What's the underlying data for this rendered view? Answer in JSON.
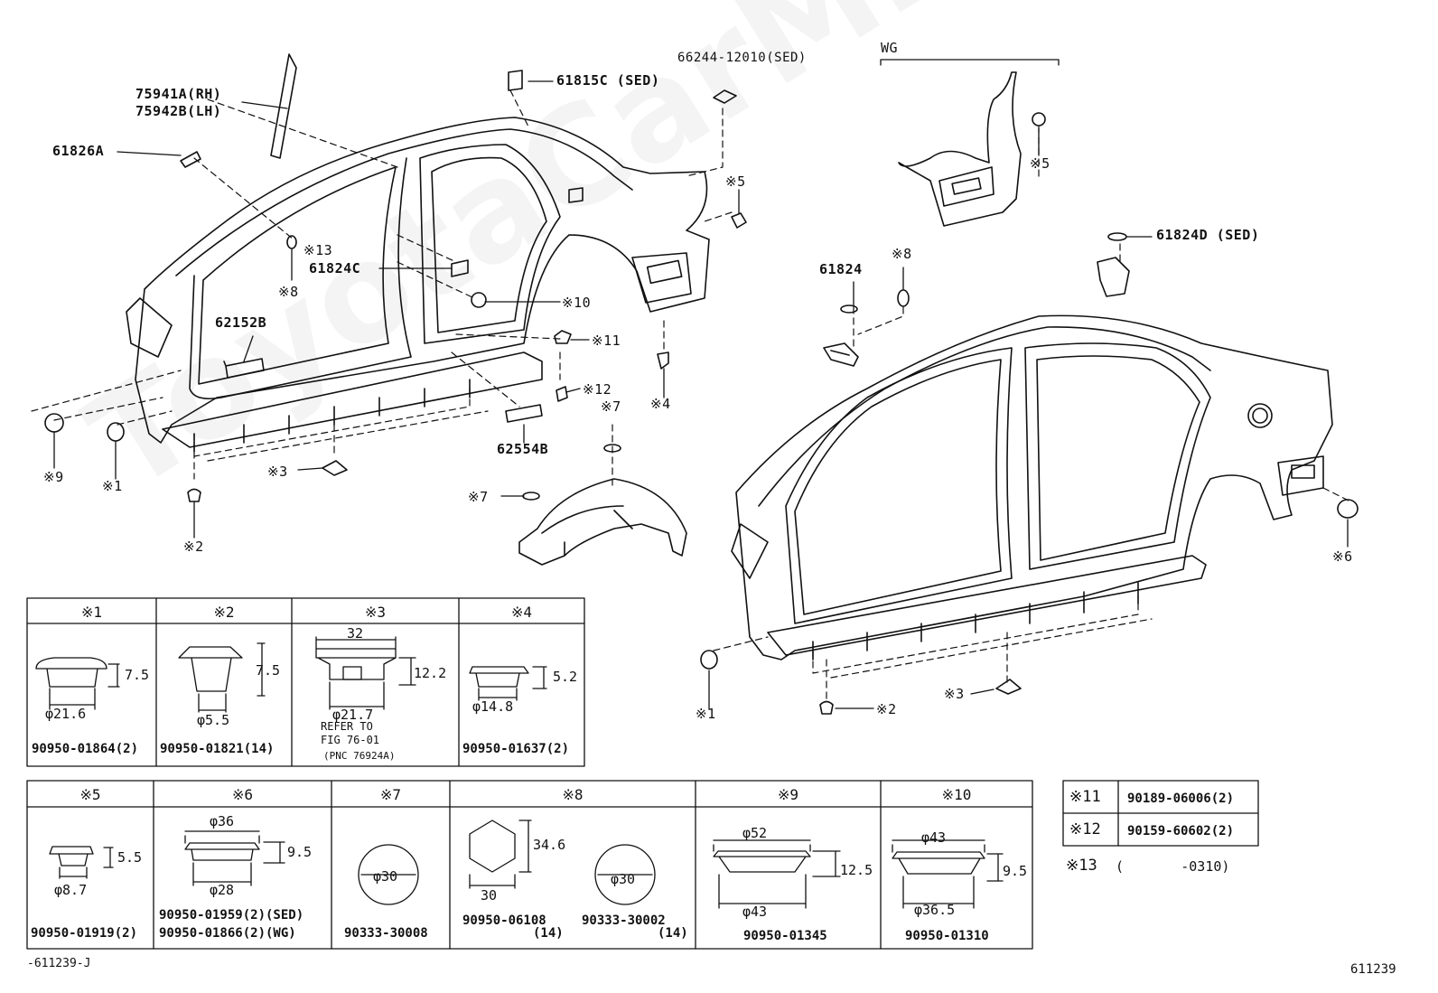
{
  "watermark": "ToyotaCarMine.ru",
  "callouts": {
    "p75941a": "75941A(RH)",
    "p75942b": "75942B(LH)",
    "p61826a": "61826A",
    "p61815c": "61815C (SED)",
    "p66244": "66244-12010(SED)",
    "wg": "WG",
    "p61824c": "61824C",
    "p62152b": "62152B",
    "p62554b": "62554B",
    "p61824": "61824",
    "p61824d": "61824D (SED)"
  },
  "markers": {
    "m13": "※13",
    "m8a": "※8",
    "m10": "※10",
    "m11": "※11",
    "m12": "※12",
    "m7a": "※7",
    "m7b": "※7",
    "m4": "※4",
    "m5a": "※5",
    "m5b": "※5",
    "m8b": "※8",
    "m9": "※9",
    "m1a": "※1",
    "m3a": "※3",
    "m2a": "※2",
    "m6": "※6",
    "m1b": "※1",
    "m3b": "※3",
    "m2b": "※2"
  },
  "table1": [
    {
      "head": "※1",
      "dims": [
        "7.5",
        "φ21.6"
      ],
      "part": "90950-01864(2)"
    },
    {
      "head": "※2",
      "dims": [
        "7.5",
        "φ5.5"
      ],
      "part": "90950-01821(14)"
    },
    {
      "head": "※3",
      "dims": [
        "32",
        "12.2",
        "φ21.7"
      ],
      "note": [
        "REFER TO",
        "FIG 76-01",
        "(PNC 76924A)"
      ]
    },
    {
      "head": "※4",
      "dims": [
        "5.2",
        "φ14.8"
      ],
      "part": "90950-01637(2)"
    }
  ],
  "table2": [
    {
      "head": "※5",
      "dims": [
        "5.5",
        "φ8.7"
      ],
      "part": "90950-01919(2)"
    },
    {
      "head": "※6",
      "dims": [
        "φ36",
        "9.5",
        "φ28"
      ],
      "parts": [
        "90950-01959(2)(SED)",
        "90950-01866(2)(WG)"
      ]
    },
    {
      "head": "※7",
      "dims": [
        "φ30"
      ],
      "part": "90333-30008"
    },
    {
      "head": "※8",
      "dims": [
        "34.6",
        "30",
        "φ30"
      ],
      "parts": [
        "90950-06108",
        "(14)",
        "90333-30002",
        "(14)"
      ]
    },
    {
      "head": "※9",
      "dims": [
        "φ52",
        "12.5",
        "φ43"
      ],
      "part": "90950-01345"
    },
    {
      "head": "※10",
      "dims": [
        "φ43",
        "9.5",
        "φ36.5"
      ],
      "part": "90950-01310"
    }
  ],
  "table3": [
    {
      "mark": "※11",
      "part": "90189-06006(2)"
    },
    {
      "mark": "※12",
      "part": "90159-60602(2)"
    }
  ],
  "table3_extra": {
    "mark": "※13",
    "part": "(       -0310)"
  },
  "footer": {
    "left": "-611239-J",
    "right": "611239"
  }
}
